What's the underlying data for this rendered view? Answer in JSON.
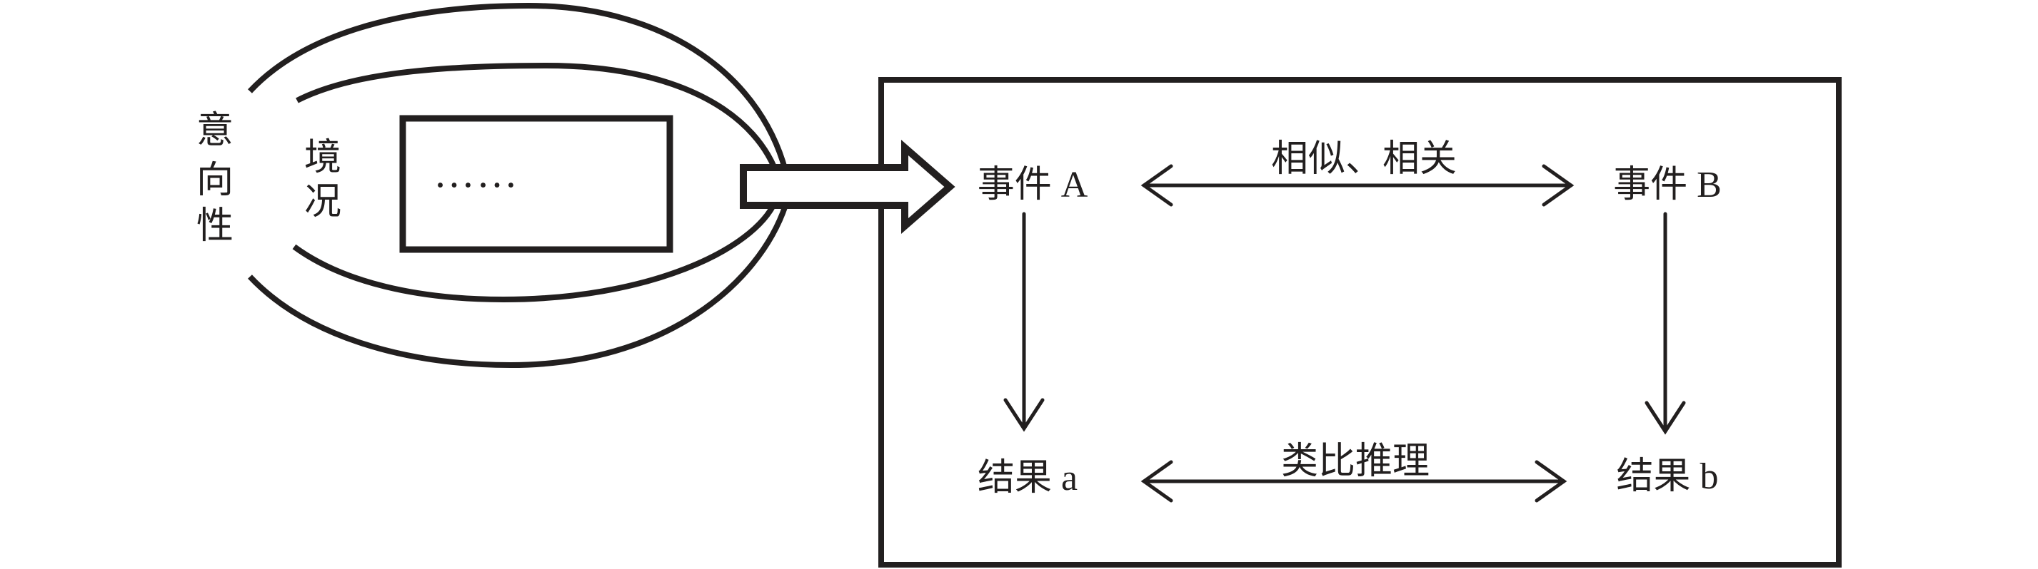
{
  "figure": {
    "left_cluster": {
      "intentionality_label": "意向性",
      "intentionality_chars": [
        "意",
        "向",
        "性"
      ],
      "situation_label": "境况",
      "situation_chars": [
        "境",
        "况"
      ],
      "content_placeholder": "……"
    },
    "relation_box": {
      "event_a": "事件 A",
      "event_b": "事件 B",
      "result_a": "结果 a",
      "result_b": "结果 b",
      "top_relation_label": "相似、相关",
      "bottom_relation_label": "类比推理"
    },
    "colors": {
      "ink": "#221f1f",
      "paper": "#ffffff"
    }
  }
}
